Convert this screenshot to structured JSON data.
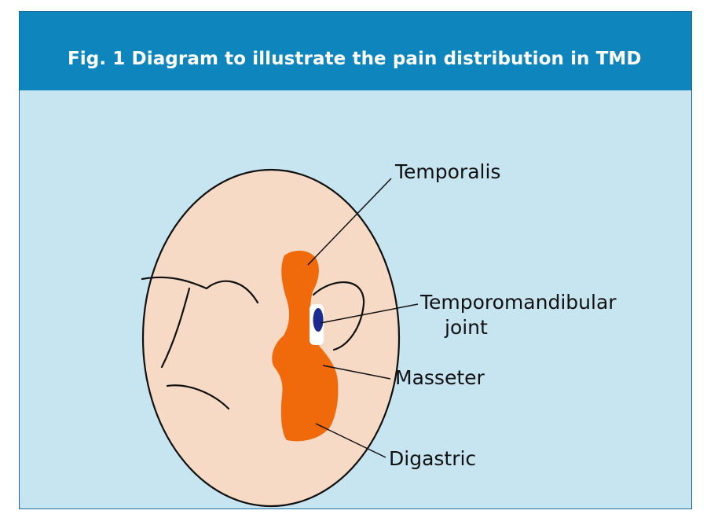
{
  "figure": {
    "title": "Fig. 1 Diagram to illustrate the pain distribution in TMD"
  },
  "labels": {
    "temporalis": "Temporalis",
    "tmj_line1": "Temporomandibular",
    "tmj_line2": "joint",
    "masseter": "Masseter",
    "digastric": "Digastric"
  },
  "colors": {
    "header": "#0f85bd",
    "background": "#c7e4f1",
    "face_fill": "#f6dac6",
    "pain_area": "#f0690a",
    "joint": "#1b2a8f"
  }
}
